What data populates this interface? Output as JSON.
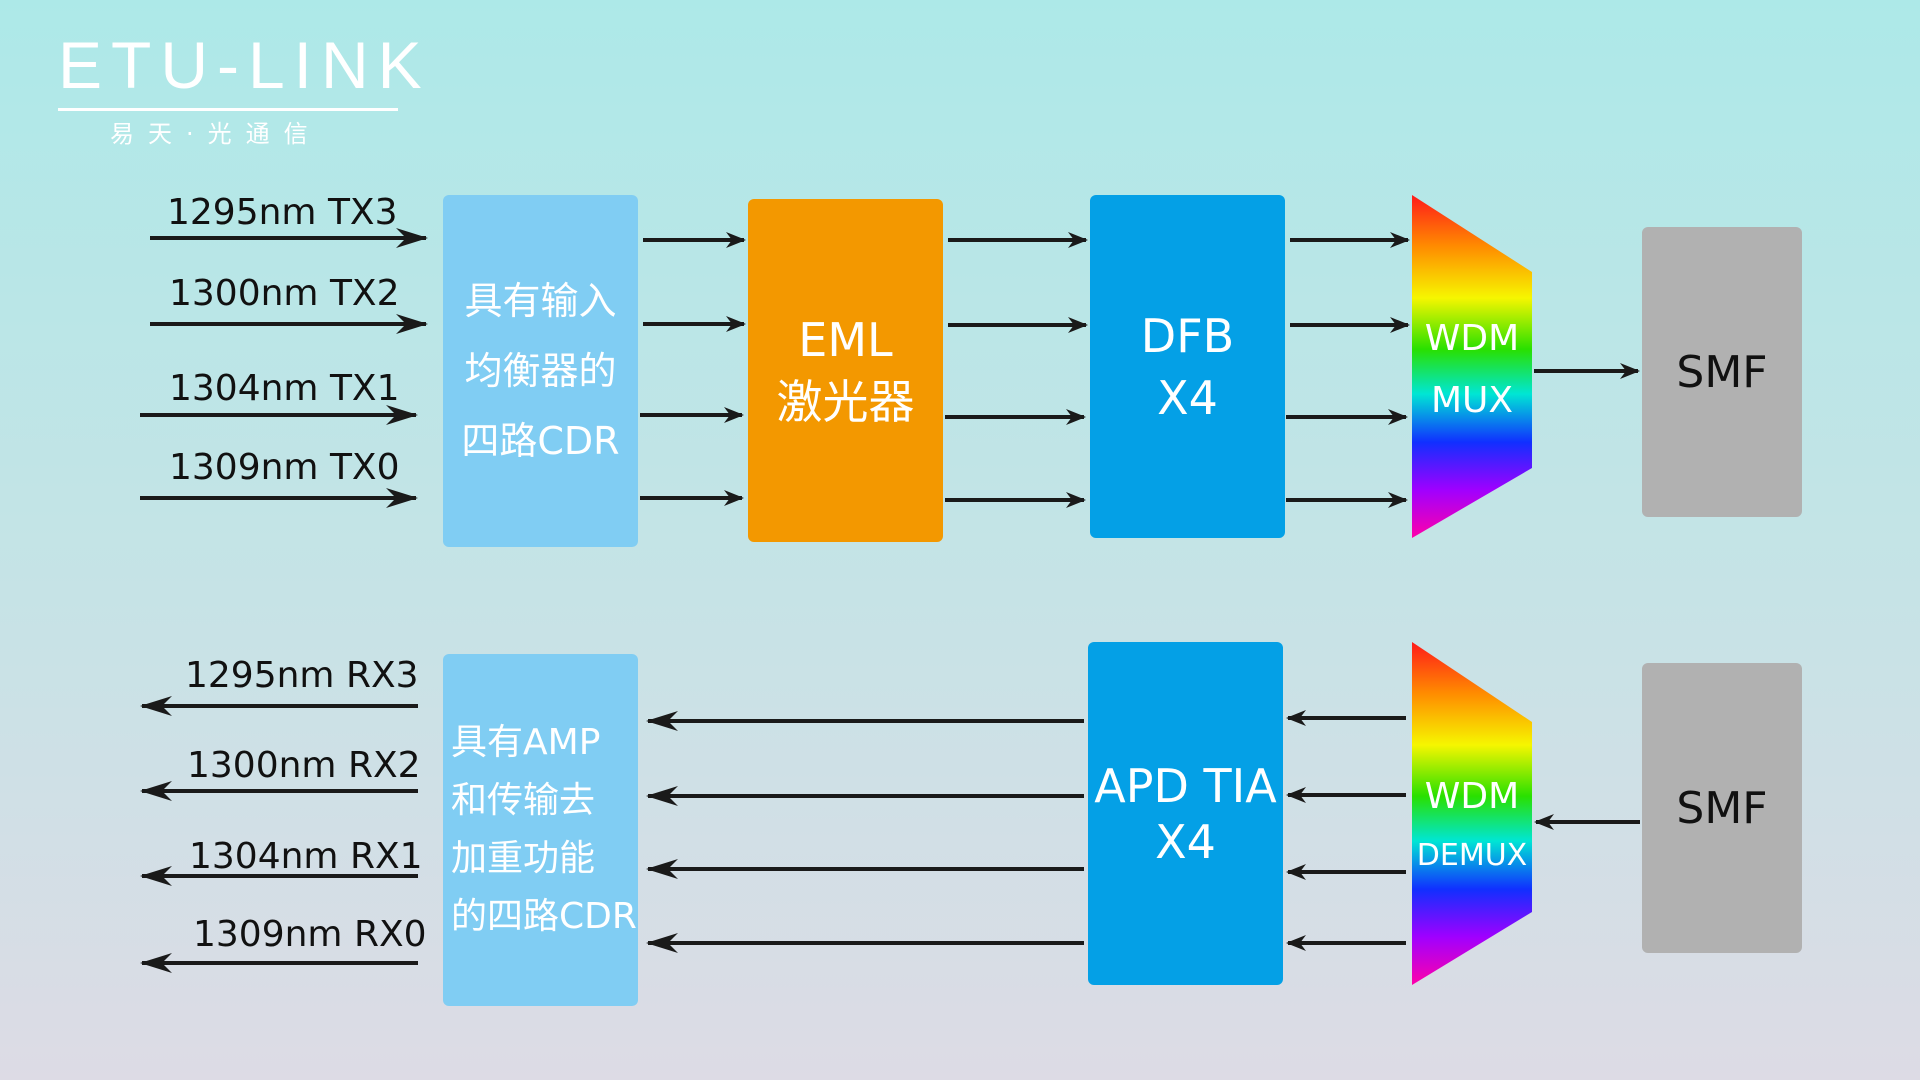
{
  "logo": {
    "name": "ETU-LINK",
    "subtitle": "易天·光通信"
  },
  "tx": {
    "lanes": [
      "1295nm TX3",
      "1300nm TX2",
      "1304nm TX1",
      "1309nm TX0"
    ],
    "cdr": [
      "具有输入",
      "均衡器的",
      "四路CDR"
    ],
    "eml": [
      "EML",
      "激光器"
    ],
    "dfb": [
      "DFB",
      "X4"
    ],
    "wdm": [
      "WDM",
      "MUX"
    ],
    "smf": "SMF"
  },
  "rx": {
    "lanes": [
      "1295nm RX3",
      "1300nm RX2",
      "1304nm RX1",
      "1309nm RX0"
    ],
    "cdr": [
      "具有AMP",
      "和传输去",
      "加重功能",
      "的四路CDR"
    ],
    "apd": [
      "APD TIA",
      "X4"
    ],
    "wdm": [
      "WDM",
      "DEMUX"
    ],
    "smf": "SMF"
  },
  "colors": {
    "cdr": "#80cdf3",
    "eml": "#f39800",
    "dfb": "#04a0e6",
    "smf": "#b1b1b1",
    "arrow": "#1a1a1a"
  }
}
